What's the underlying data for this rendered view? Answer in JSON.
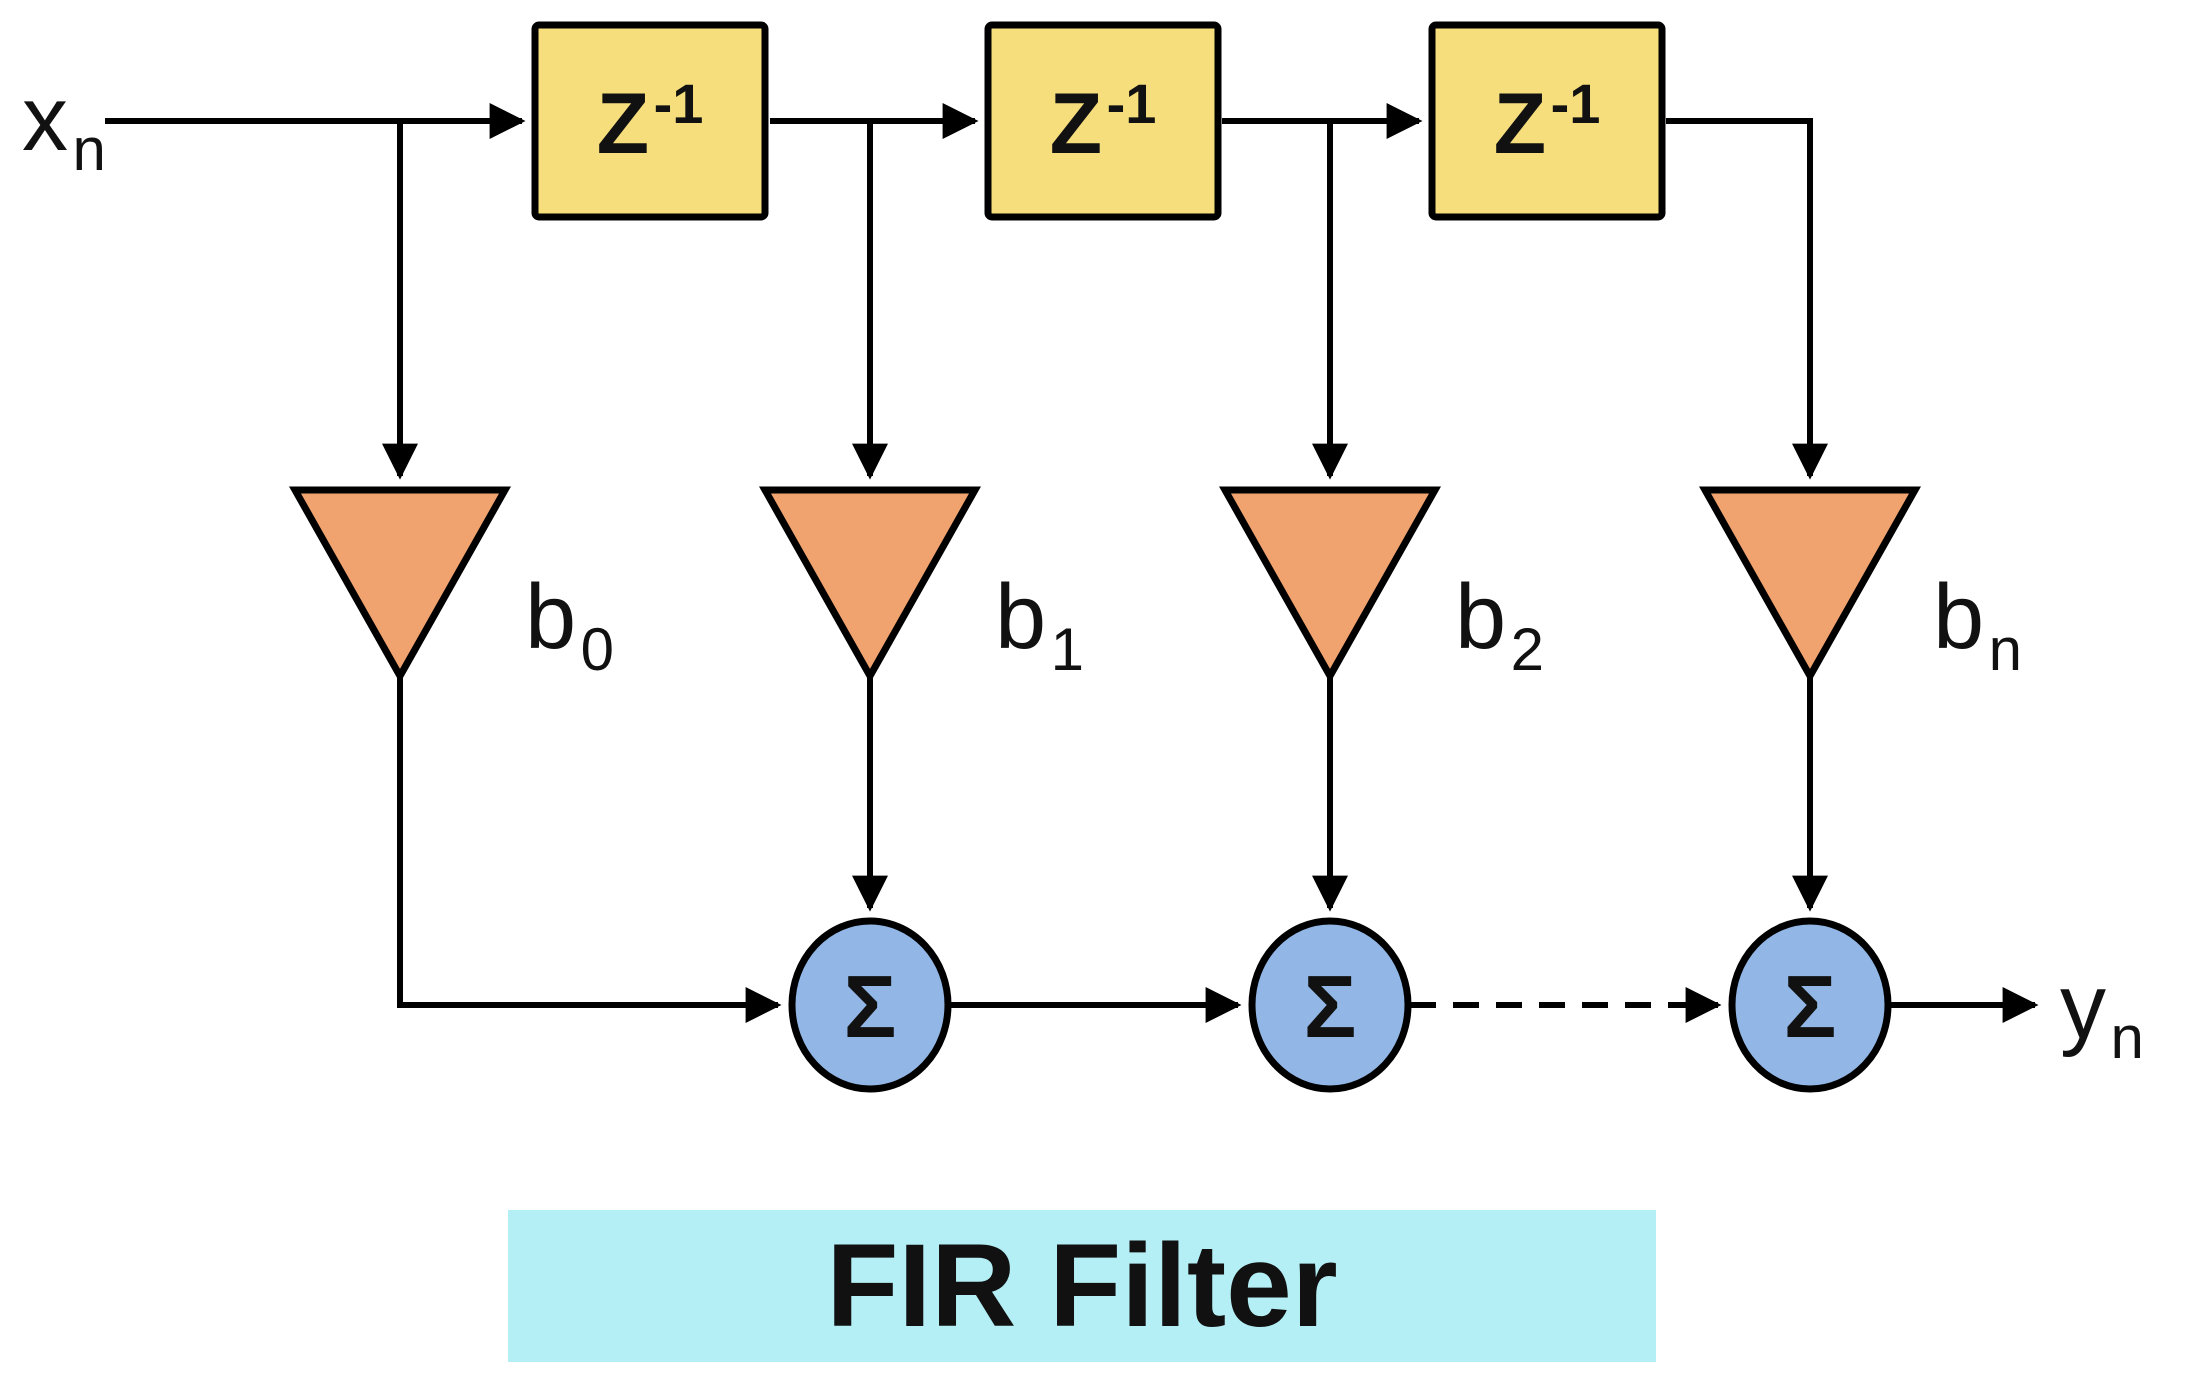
{
  "diagram": {
    "input_label": {
      "base": "x",
      "sub": "n"
    },
    "output_label": {
      "base": "y",
      "sub": "n"
    },
    "delay_blocks": [
      {
        "base": "Z",
        "sup": "-1"
      },
      {
        "base": "Z",
        "sup": "-1"
      },
      {
        "base": "Z",
        "sup": "-1"
      }
    ],
    "coefficients": [
      {
        "base": "b",
        "sub": "0"
      },
      {
        "base": "b",
        "sub": "1"
      },
      {
        "base": "b",
        "sub": "2"
      },
      {
        "base": "b",
        "sub": "n"
      }
    ],
    "summers": [
      "Σ",
      "Σ",
      "Σ"
    ],
    "title": "FIR Filter"
  },
  "colors": {
    "line": "#000000",
    "delay_fill": "#F6DE7D",
    "multiplier_fill": "#F0A36E",
    "sum_fill": "#92B7E6",
    "banner_fill": "#B4EFF5",
    "title_color": "#17375D"
  }
}
